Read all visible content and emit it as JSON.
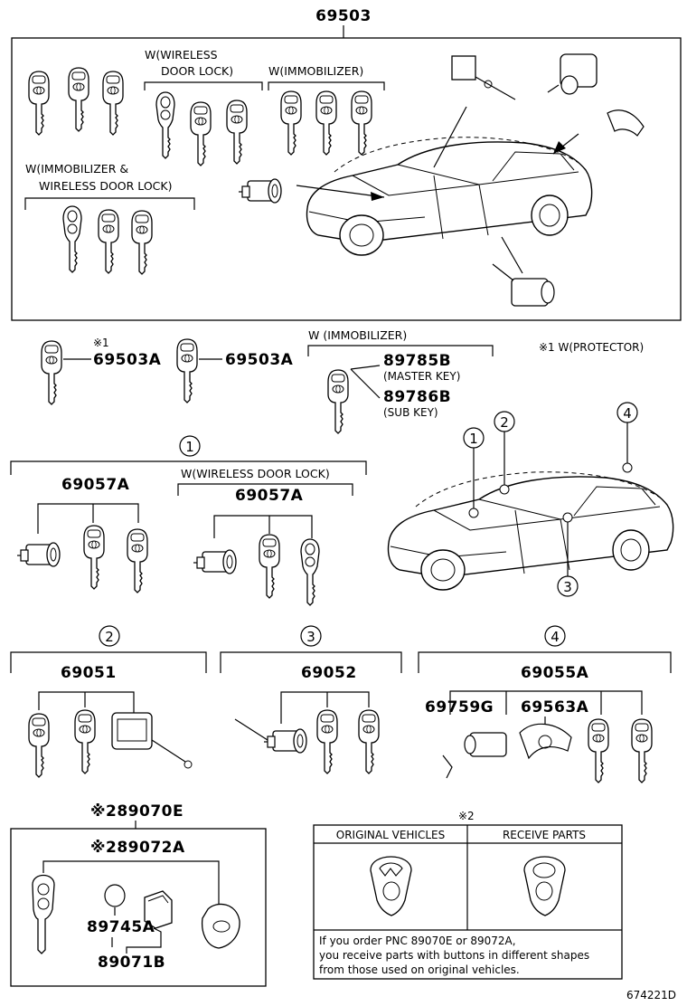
{
  "main_pnc": "69503",
  "top_box": {
    "label_wireless_1": "W(WIRELESS",
    "label_wireless_2": "DOOR LOCK)",
    "label_immobilizer": "W(IMMOBILIZER)",
    "label_imm_wireless_1": "W(IMMOBILIZER &",
    "label_imm_wireless_2": "WIRELESS DOOR LOCK)"
  },
  "keys_row": {
    "note_mark": "※1",
    "pnc_a": "69503A",
    "pnc_b": "69503A",
    "immobilizer_label": "W (IMMOBILIZER)",
    "master_pnc": "89785B",
    "master_desc": "(MASTER KEY)",
    "sub_pnc": "89786B",
    "sub_desc": "(SUB KEY)",
    "protector_note": "※1 W(PROTECTOR)"
  },
  "callouts": [
    "1",
    "2",
    "3",
    "4"
  ],
  "group1": {
    "pnc_left": "69057A",
    "wireless_label": "W(WIRELESS DOOR LOCK)",
    "pnc_right": "69057A"
  },
  "group2": {
    "pnc": "69051"
  },
  "group3": {
    "pnc": "69052"
  },
  "group4": {
    "pnc": "69055A",
    "pnc_sub1": "69759G",
    "pnc_sub2": "69563A"
  },
  "bottom_left": {
    "pnc_outer": "※289070E",
    "pnc_inner": "※289072A",
    "pnc_battery": "89745A",
    "pnc_case": "89071B"
  },
  "note_box": {
    "mark": "※2",
    "col_original": "ORIGINAL VEHICLES",
    "col_receive": "RECEIVE PARTS",
    "note_line1": "If you order PNC 89070E or 89072A,",
    "note_line2": "you receive parts with buttons in different shapes",
    "note_line3": "from those used on original vehicles."
  },
  "illustration_id": "674221D"
}
